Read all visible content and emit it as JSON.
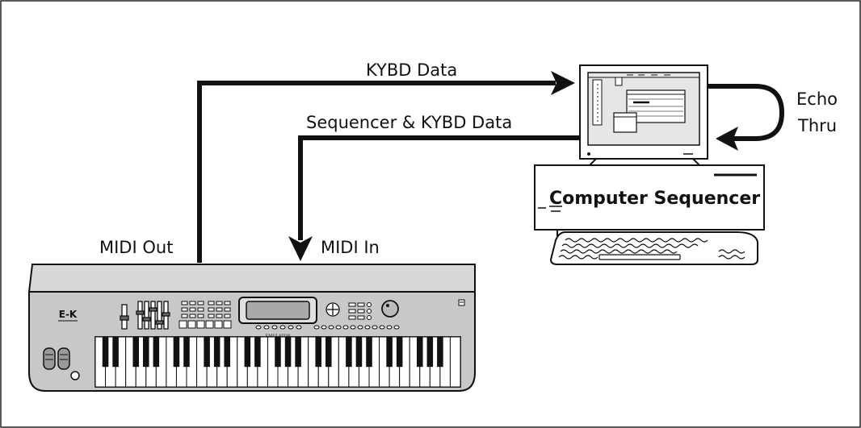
{
  "labels": {
    "kybd_data": "KYBD Data",
    "seq_kybd_data": "Sequencer & KYBD Data",
    "echo": "Echo",
    "thru": "Thru",
    "midi_out": "MIDI Out",
    "midi_in": "MIDI In",
    "computer_sequencer": "Computer Sequencer",
    "brand": "E-K",
    "emulator": "EMULATOR"
  },
  "colors": {
    "line": "#111111",
    "keyboard_body": "#c8c8c8",
    "keyboard_top": "#d8d8d8",
    "screen_gray": "#bdbdbd"
  }
}
